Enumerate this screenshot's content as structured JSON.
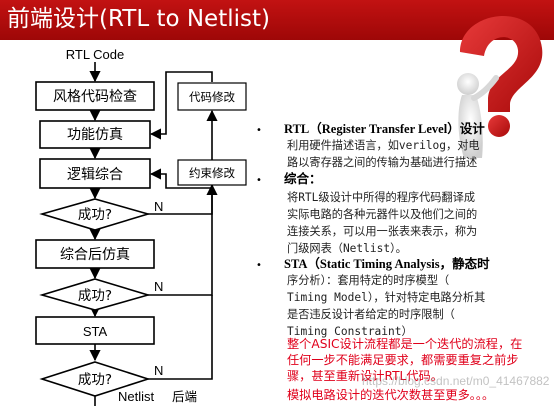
{
  "title": "前端设计(RTL to Netlist)",
  "flow": {
    "start": "RTL Code",
    "steps": [
      "风格代码检查",
      "功能仿真",
      "逻辑综合",
      "综合后仿真",
      "STA"
    ],
    "decisions": [
      "成功?",
      "成功?",
      "成功?"
    ],
    "side_boxes": [
      "代码修改",
      "约束修改"
    ],
    "no_label": "N",
    "end_netlist": "Netlist",
    "end_backend": "后端"
  },
  "notes": {
    "rtl_head": "RTL（Register Transfer Level）设计",
    "rtl_desc": [
      "利用硬件描述语言，如verilog，对电",
      "路以寄存器之间的传输为基础进行描述"
    ],
    "synth_head": "综合：",
    "synth_desc": [
      "将RTL级设计中所得的程序代码翻译成",
      "实际电路的各种元器件以及他们之间的",
      "连接关系，可以用一张表来表示，称为",
      "门级网表（Netlist）。"
    ],
    "sta_head": "STA（Static Timing Analysis，静态时",
    "sta_desc": [
      "序分析）：套用特定的时序模型（",
      "Timing Model），针对特定电路分析其",
      "是否违反设计者给定的时序限制（",
      "Timing Constraint）"
    ],
    "summary": [
      "整个ASIC设计流程都是一个迭代的流程，在",
      "任何一步不能满足要求，都需要重复之前步",
      "骤，甚至重新设计RTL代码。"
    ],
    "analog": "模拟电路设计的迭代次数甚至更多。。。"
  },
  "watermark": "https://blog.csdn.net/m0_41467882",
  "colors": {
    "header": "#b00d0d",
    "accent_text": "#e0001b"
  }
}
